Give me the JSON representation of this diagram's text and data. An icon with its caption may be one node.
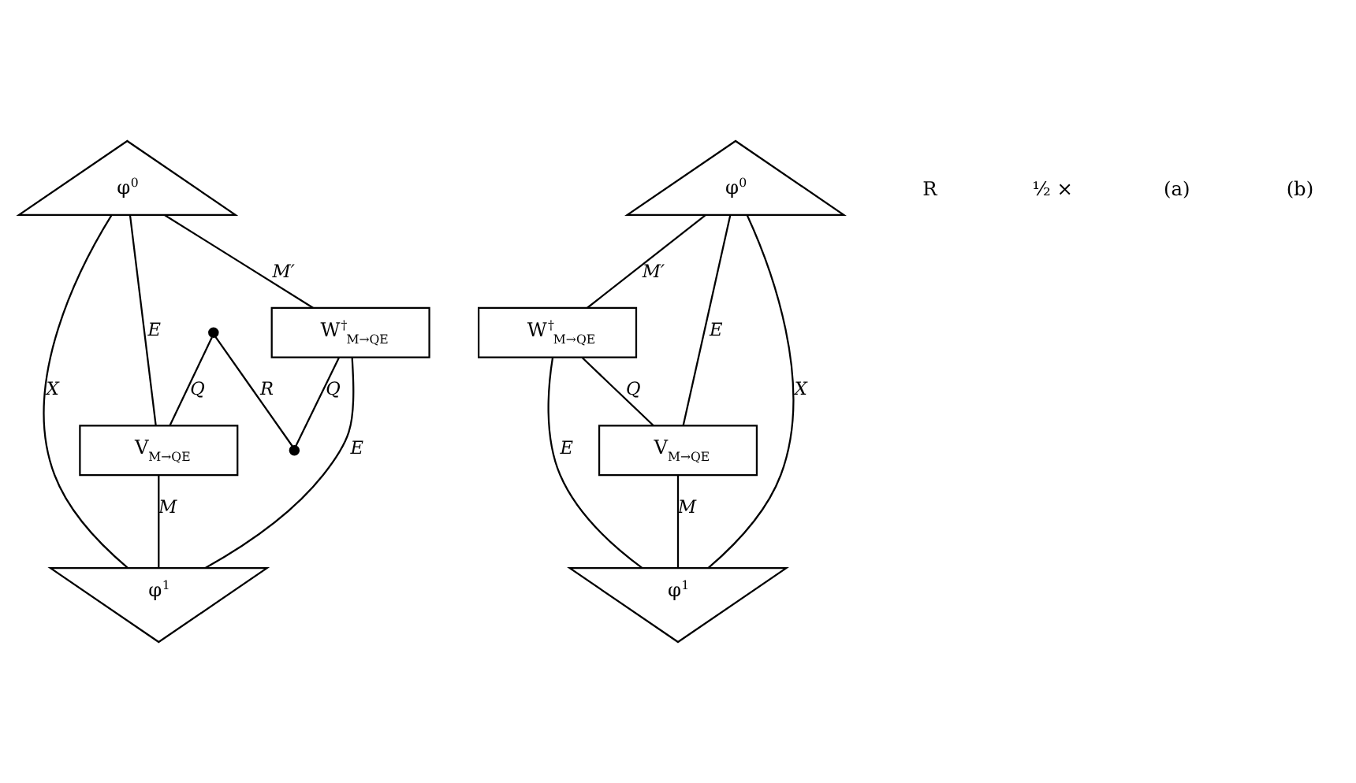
{
  "diagram": {
    "nodes": [
      {
        "text": [
          "φ$^{0}$"
        ]
      },
      {
        "text": [
          "V$_{M→QE}$"
        ]
      },
      {
        "text": [
          "W$^{†}$$_{M→QE}$"
        ]
      },
      {
        "text": [
          "φ$^{1}$"
        ]
      },
      {
        "text": [],
        "shape": "circle"
      },
      {
        "text": [],
        "shape": "circle"
      },
      {
        "text": [
          "φ$^{0}$"
        ]
      },
      {
        "text": [
          "W$^{†}$$_{M→QE}$"
        ]
      },
      {
        "text": [
          "V$_{M→QE}$"
        ]
      },
      {
        "text": [
          "φ$^{1}$"
        ]
      }
    ],
    "edges": [
      {
        "from": 4,
        "to": 1,
        "arrow": "none",
        "label": "Q"
      },
      {
        "from": 0,
        "to": 1,
        "arrow": "none",
        "label": "E"
      },
      {
        "from": 0,
        "to": 2,
        "arrow": "none",
        "label": "M′"
      },
      {
        "from": 0,
        "to": 3,
        "arrow": "none",
        "label": "X"
      },
      {
        "from": 4,
        "to": 5,
        "arrow": "none",
        "label": "R"
      },
      {
        "from": 1,
        "to": 3,
        "arrow": "none",
        "label": "M"
      },
      {
        "from": 2,
        "to": 3,
        "arrow": "none",
        "label": "E"
      },
      {
        "from": 2,
        "to": 5,
        "arrow": "none",
        "label": "Q"
      },
      {
        "from": 6,
        "to": 8,
        "arrow": "none",
        "label": "E"
      },
      {
        "from": 6,
        "to": 7,
        "arrow": "none",
        "label": "M′"
      },
      {
        "from": 6,
        "to": 9,
        "arrow": "none",
        "label": "X"
      },
      {
        "from": 7,
        "to": 8,
        "arrow": "none",
        "label": "Q"
      },
      {
        "from": 7,
        "to": 9,
        "arrow": "none",
        "label": "E"
      },
      {
        "from": 8,
        "to": 9,
        "arrow": "none",
        "label": "M"
      }
    ],
    "labels": [
      "R",
      "½ ×",
      "(a)",
      "(b)"
    ]
  }
}
